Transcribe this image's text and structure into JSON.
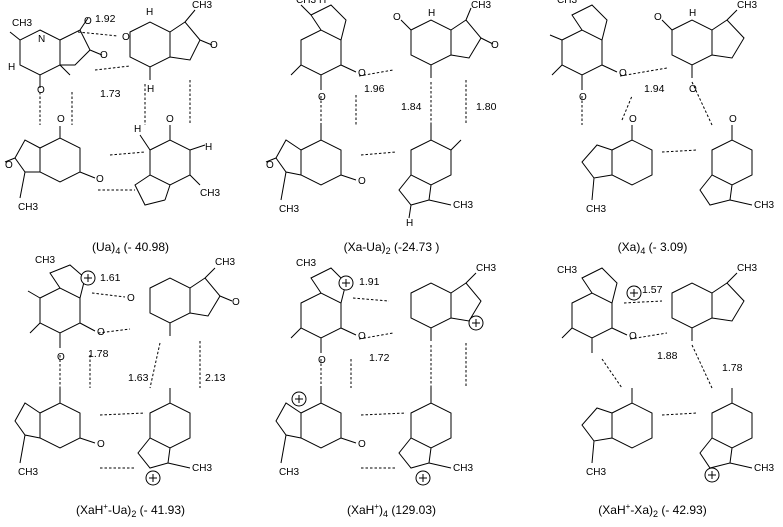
{
  "atoms": {
    "N": "N",
    "O": "O",
    "H": "H",
    "CH3": "CH3"
  },
  "panels": [
    {
      "id": "ua4",
      "name": "(Ua)",
      "sub": "4",
      "tail": "(- 40.98)",
      "dist": [
        "1.92",
        "1.73"
      ],
      "charges": []
    },
    {
      "id": "xaua2",
      "name": "(Xa-Ua)",
      "sub": "2",
      "tail": "(-24.73 )",
      "dist": [
        "1.96",
        "1.84",
        "1.80"
      ],
      "charges": []
    },
    {
      "id": "xa4",
      "name": "(Xa)",
      "sub": "4",
      "tail": "(- 3.09)",
      "dist": [
        "1.94"
      ],
      "charges": []
    },
    {
      "id": "xahua2",
      "name": "(XaH",
      "sup": "+",
      "after": "-Ua)",
      "sub": "2",
      "tail": "(- 41.93)",
      "dist": [
        "1.61",
        "1.78",
        "1.63",
        "2.13"
      ],
      "charges": [
        "+",
        "+"
      ]
    },
    {
      "id": "xah4",
      "name": "(XaH",
      "sup": "+",
      "after": ")",
      "sub": "4",
      "tail": "(129.03)",
      "dist": [
        "1.91",
        "1.72"
      ],
      "charges": [
        "+",
        "+",
        "+",
        "+"
      ]
    },
    {
      "id": "xahxa2",
      "name": "(XaH",
      "sup": "+",
      "after": "-Xa)",
      "sub": "2",
      "tail": "(- 42.93)",
      "dist": [
        "1.57",
        "1.88",
        "1.78"
      ],
      "charges": [
        "+",
        "+"
      ]
    }
  ]
}
